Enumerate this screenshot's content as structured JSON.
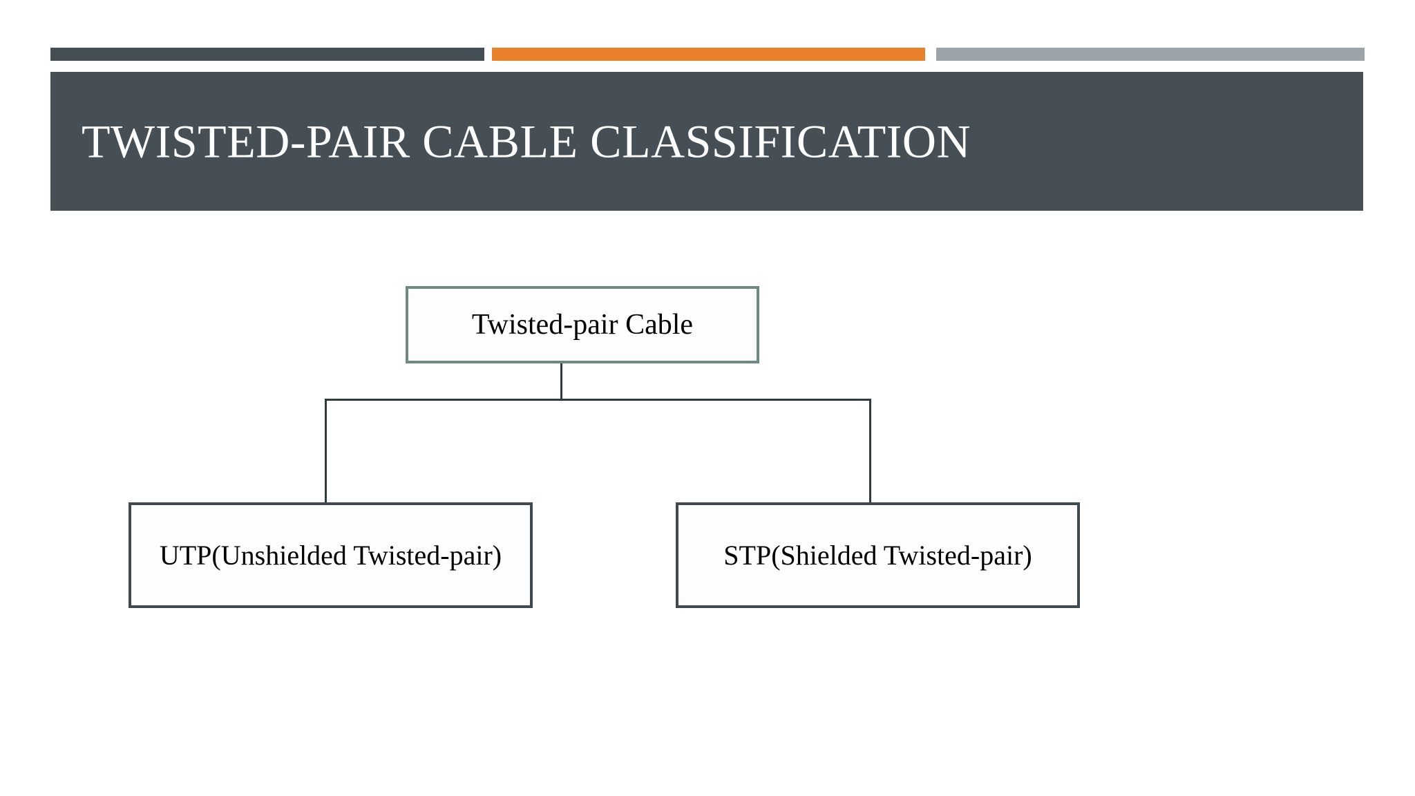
{
  "slide": {
    "title": "Twisted-pair Cable Classification"
  },
  "accent_bars": [
    {
      "name": "dark",
      "color": "#434F55"
    },
    {
      "name": "orange",
      "color": "#E8812A"
    },
    {
      "name": "gray",
      "color": "#9BA5A9"
    }
  ],
  "header": {
    "title": "TWISTED-PAIR CABLE CLASSIFICATION",
    "background_color": "#454F55",
    "text_color": "#FFFFFF"
  },
  "diagram": {
    "type": "tree",
    "root": {
      "id": "twisted-pair-cable",
      "label": "Twisted-pair Cable",
      "border_color": "#6E8B80"
    },
    "children": [
      {
        "id": "utp",
        "label": "UTP(Unshielded Twisted-pair)",
        "border_color": "#3F4A50"
      },
      {
        "id": "stp",
        "label": "STP(Shielded Twisted-pair)",
        "border_color": "#3F4A50"
      }
    ],
    "connector_color": "#2F3A3F"
  }
}
